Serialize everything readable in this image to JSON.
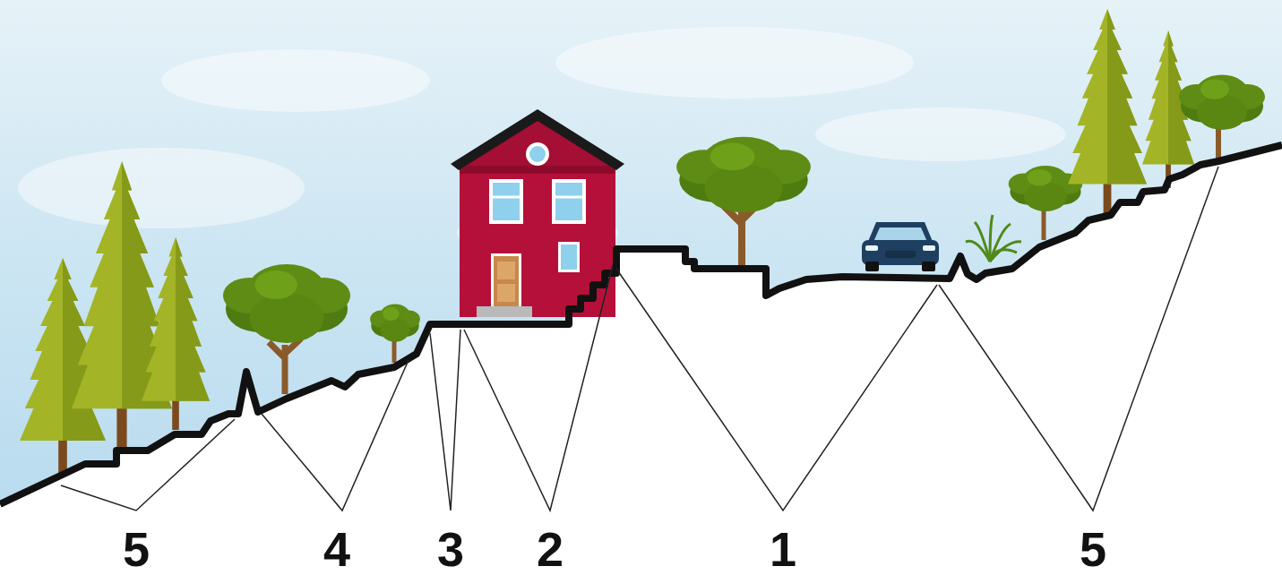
{
  "diagram": {
    "labels": [
      "5",
      "4",
      "3",
      "2",
      "1",
      "5"
    ]
  }
}
